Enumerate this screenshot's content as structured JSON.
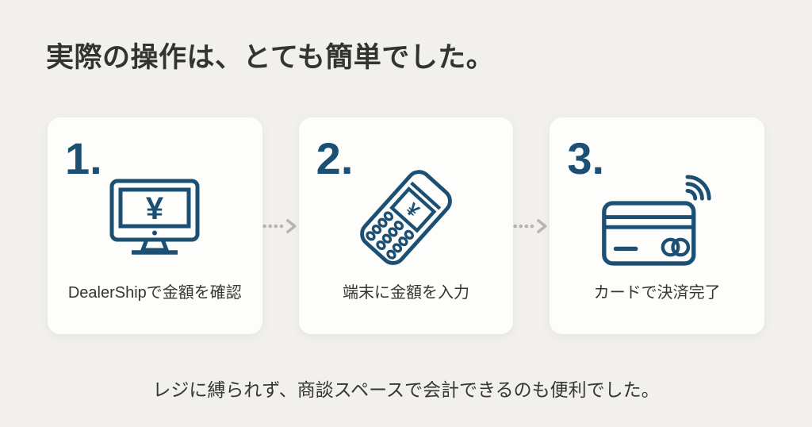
{
  "page": {
    "title": "実際の操作は、とても簡単でした。",
    "footer_note": "レジに縛られず、商談スペースで会計できるのも便利でした。"
  },
  "steps": [
    {
      "number": "1.",
      "icon": "monitor-yen-icon",
      "icon_symbol": "¥",
      "label": "DealerShipで金額を確認"
    },
    {
      "number": "2.",
      "icon": "payment-terminal-icon",
      "icon_symbol": "¥",
      "label": "端末に金額を入力"
    },
    {
      "number": "3.",
      "icon": "contactless-card-icon",
      "label": "カードで決済完了"
    }
  ],
  "colors": {
    "background": "#f1f0ec",
    "card_background": "#fdfdfb",
    "accent_navy": "#1b5074",
    "text_dark": "#353532",
    "arrow_gray": "#b7b5b0"
  }
}
